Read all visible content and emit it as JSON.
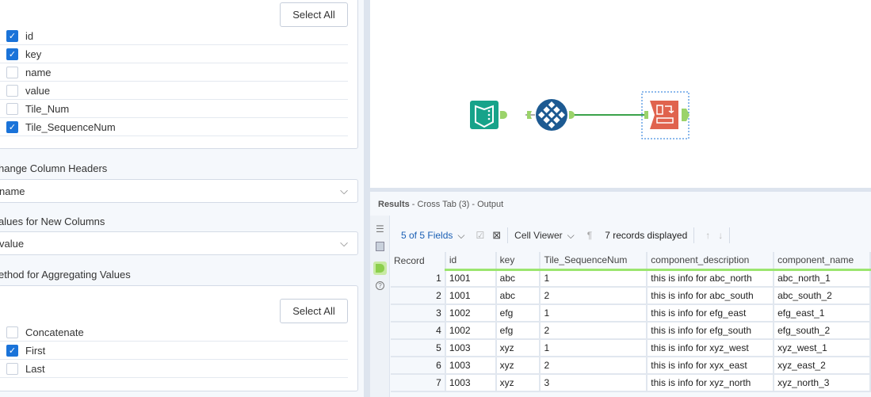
{
  "left_panel": {
    "group_fields": {
      "select_all": "Select All",
      "items": [
        {
          "label": "id",
          "checked": true
        },
        {
          "label": "key",
          "checked": true
        },
        {
          "label": "name",
          "checked": false
        },
        {
          "label": "value",
          "checked": false
        },
        {
          "label": "Tile_Num",
          "checked": false
        },
        {
          "label": "Tile_SequenceNum",
          "checked": true
        }
      ]
    },
    "change_headers_label": "hange Column Headers",
    "change_headers_value": "name",
    "values_label": "alues for New Columns",
    "values_value": "value",
    "method_label": "ethod for Aggregating Values",
    "method": {
      "select_all": "Select All",
      "items": [
        {
          "label": "Concatenate",
          "checked": false
        },
        {
          "label": "First",
          "checked": true
        },
        {
          "label": "Last",
          "checked": false
        }
      ]
    }
  },
  "results": {
    "title": "Results",
    "subtitle": " - Cross Tab (3) - Output",
    "fields": "5 of 5 Fields",
    "viewer": "Cell Viewer",
    "records": "7 records displayed",
    "columns": [
      "Record",
      "id",
      "key",
      "Tile_SequenceNum",
      "component_description",
      "component_name"
    ],
    "rows": [
      [
        "1",
        "1001",
        "abc",
        "1",
        "this is info for abc_north",
        "abc_north_1"
      ],
      [
        "2",
        "1001",
        "abc",
        "2",
        "this is info for abc_south",
        "abc_south_2"
      ],
      [
        "3",
        "1002",
        "efg",
        "1",
        "this is info for efg_east",
        "efg_east_1"
      ],
      [
        "4",
        "1002",
        "efg",
        "2",
        "this is info for efg_south",
        "efg_south_2"
      ],
      [
        "5",
        "1003",
        "xyz",
        "1",
        "this is info for xyz_west",
        "xyz_west_1"
      ],
      [
        "6",
        "1003",
        "xyz",
        "2",
        "this is info for xyx_east",
        "xyz_east_2"
      ],
      [
        "7",
        "1003",
        "xyz",
        "3",
        "this is info for xyz_north",
        "xyz_north_3"
      ]
    ]
  },
  "colors": {
    "accent": "#1a73d9",
    "connector": "#9bd36a",
    "input_tool": "#17a38a",
    "tile_tool": "#1d5a92",
    "crosstab_tool": "#e0634e"
  }
}
